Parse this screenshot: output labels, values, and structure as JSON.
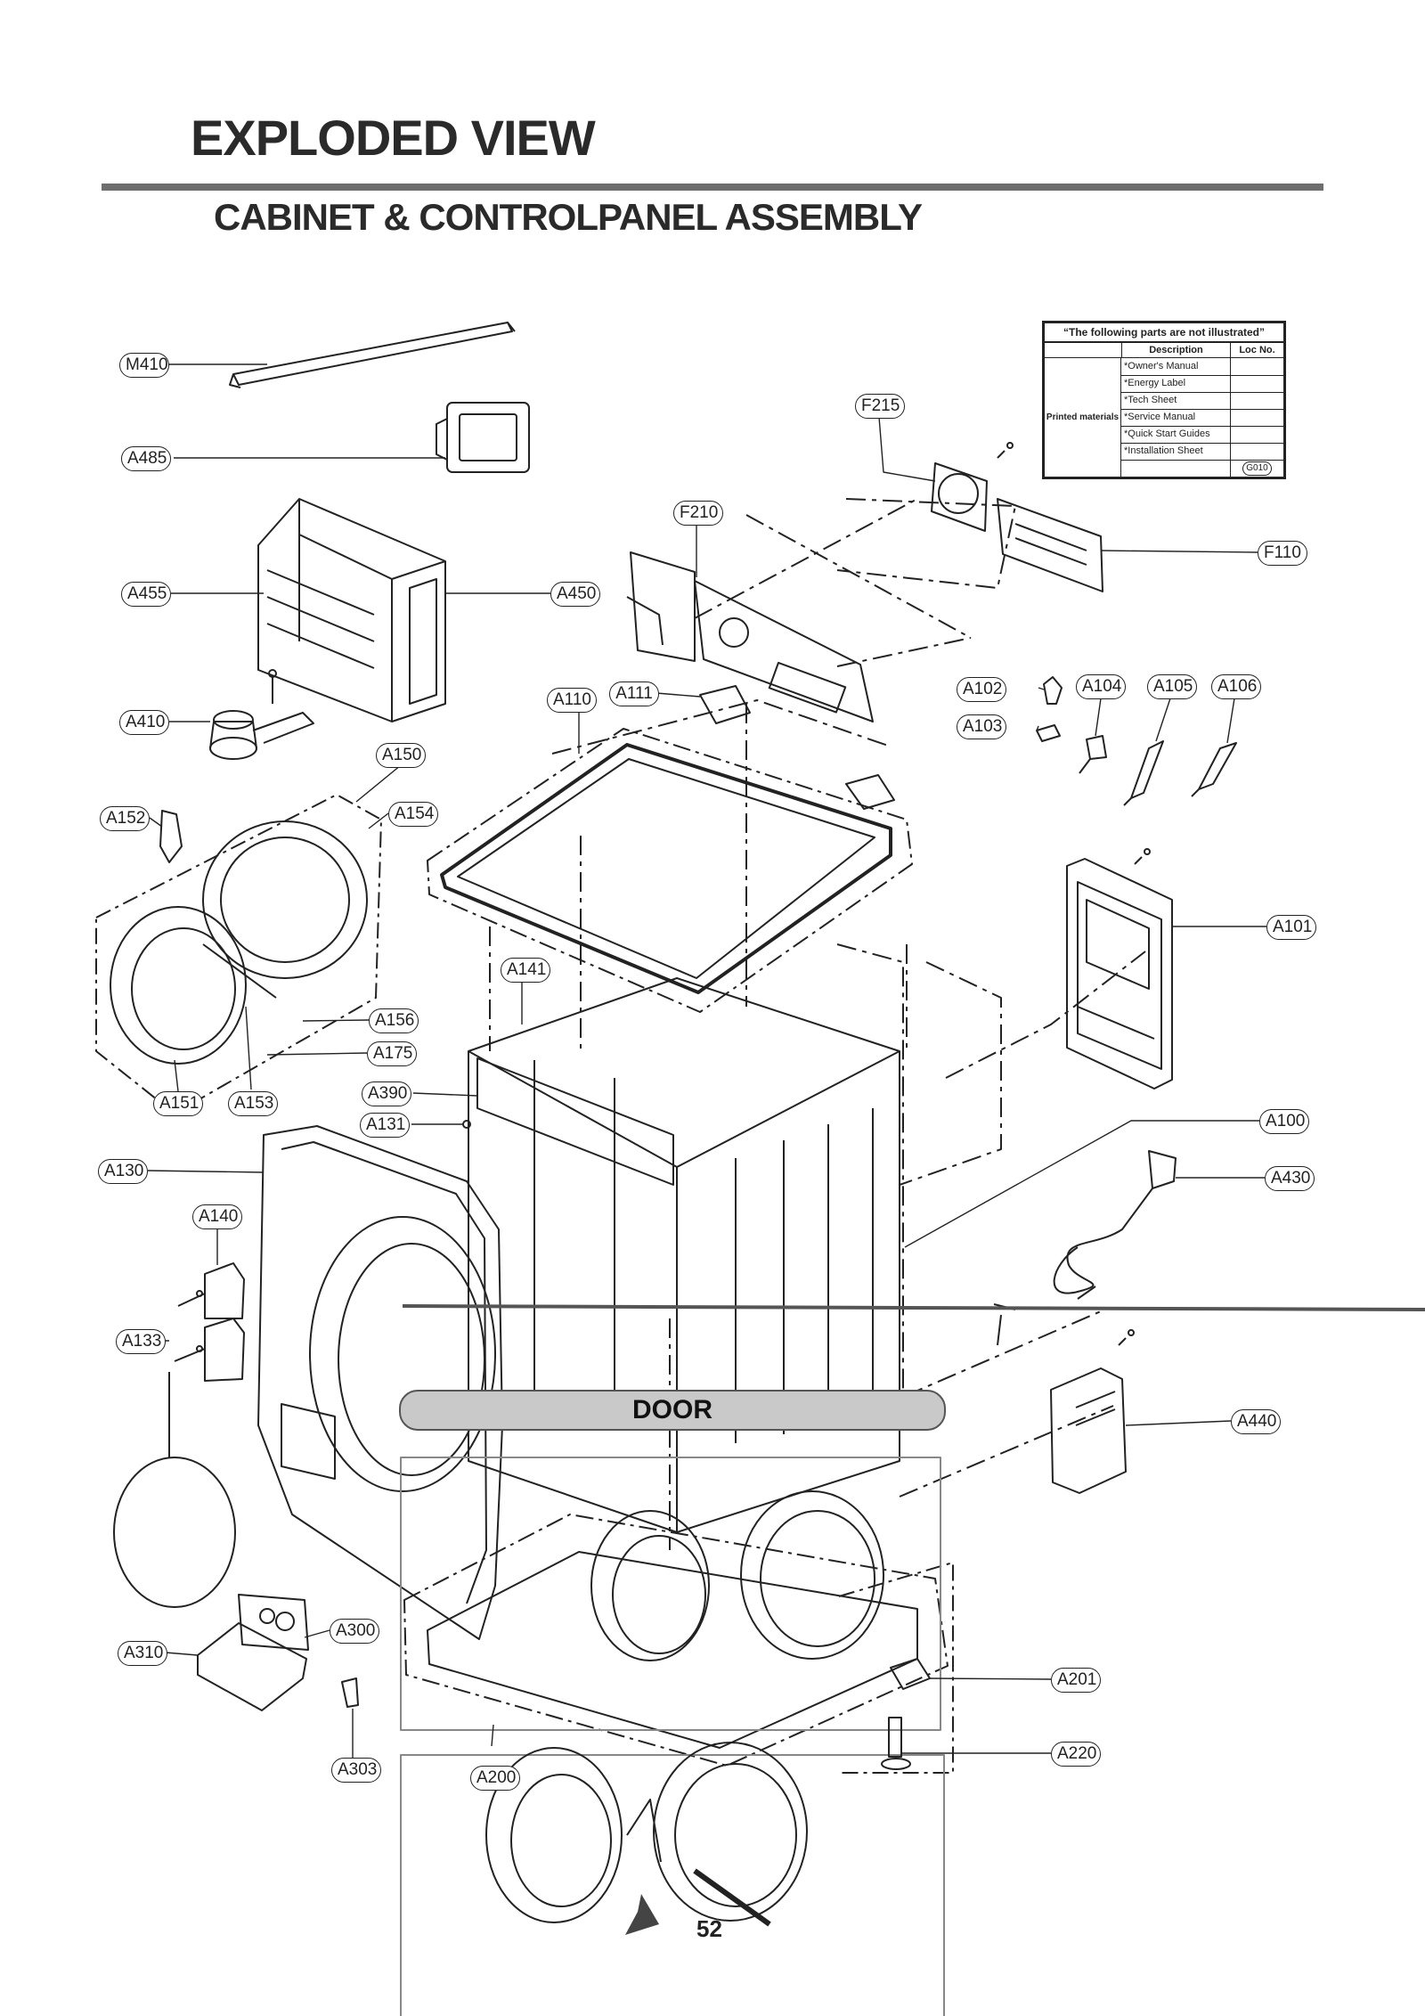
{
  "header": {
    "title": "EXPLODED VIEW",
    "subtitle": "CABINET  & CONTROLPANEL ASSEMBLY"
  },
  "callouts": {
    "M410": "M410",
    "A485": "A485",
    "A455": "A455",
    "A450": "A450",
    "A410": "A410",
    "A150": "A150",
    "A152": "A152",
    "A154": "A154",
    "A156": "A156",
    "A175": "A175",
    "A151": "A151",
    "A153": "A153",
    "A130": "A130",
    "A140": "A140",
    "A133": "A133",
    "A310": "A310",
    "A300": "A300",
    "A303": "A303",
    "A200": "A200",
    "A201": "A201",
    "A220": "A220",
    "A110": "A110",
    "A111": "A111",
    "A141": "A141",
    "A390": "A390",
    "A131": "A131",
    "F215": "F215",
    "F210": "F210",
    "F110": "F110",
    "A102": "A102",
    "A103": "A103",
    "A104": "A104",
    "A105": "A105",
    "A106": "A106",
    "A101": "A101",
    "A100": "A100",
    "A430": "A430",
    "A440": "A440"
  },
  "notes_table": {
    "heading": "“The following parts are not illustrated”",
    "col_description": "Description",
    "col_loc": "Loc No.",
    "group": "Printed materials",
    "items": [
      "*Owner's Manual",
      "*Energy Label",
      "*Tech Sheet",
      "*Service Manual",
      "*Quick Start Guides",
      "*Installation Sheet",
      ""
    ],
    "loc_tag": "G010"
  },
  "door_label": "DOOR",
  "page_number": "52"
}
